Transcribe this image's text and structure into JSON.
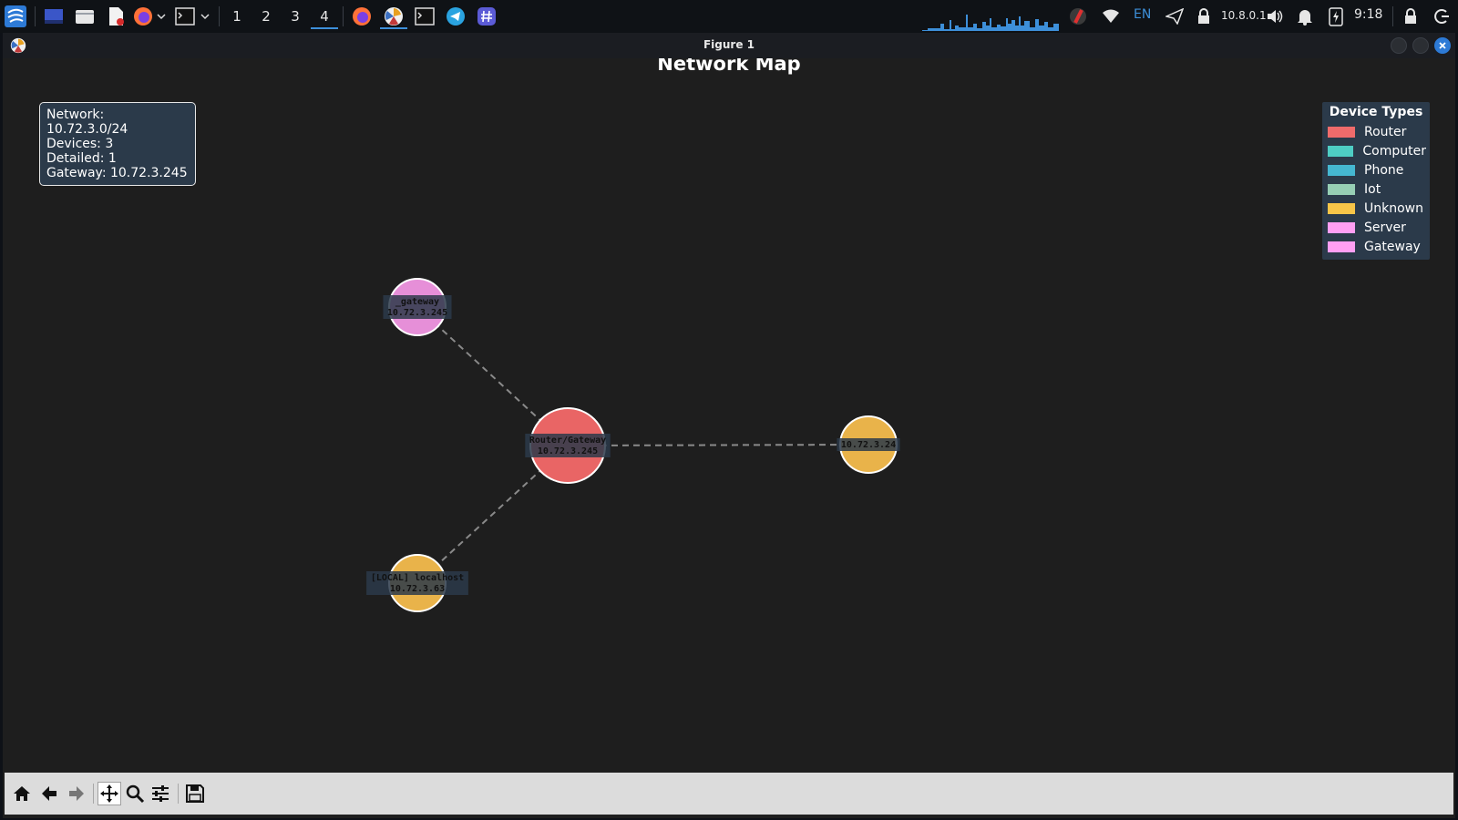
{
  "taskbar": {
    "workspaces": [
      "1",
      "2",
      "3",
      "4"
    ],
    "active_workspace": "4",
    "keyboard_layout": "EN",
    "vpn_ip": "10.8.0.1",
    "clock": "9:18"
  },
  "window": {
    "title": "Figure 1"
  },
  "chart_data": {
    "type": "network-graph",
    "title": "Network Map",
    "info_box": [
      "Network: 10.72.3.0/24",
      "Devices: 3",
      "Detailed: 1",
      "Gateway: 10.72.3.245"
    ],
    "legend": {
      "title": "Device Types",
      "placement": "top-right",
      "items": [
        {
          "label": "Router",
          "color": "#ef6b6b"
        },
        {
          "label": "Computer",
          "color": "#4ecdc4"
        },
        {
          "label": "Phone",
          "color": "#45b7d1"
        },
        {
          "label": "Iot",
          "color": "#96ceb4"
        },
        {
          "label": "Unknown",
          "color": "#f7c548"
        },
        {
          "label": "Server",
          "color": "#ff9ff3"
        },
        {
          "label": "Gateway",
          "color": "#ff9ff3"
        }
      ]
    },
    "nodes": [
      {
        "id": "router",
        "line1": "Router/Gateway",
        "line2": "10.72.3.245",
        "type": "Router",
        "color": "#e96565"
      },
      {
        "id": "gateway",
        "line1": "_gateway",
        "line2": "10.72.3.245",
        "type": "Gateway",
        "color": "#e68fd8"
      },
      {
        "id": "host24",
        "line1": "10.72.3.24",
        "line2": "",
        "type": "Unknown",
        "color": "#e9b34a"
      },
      {
        "id": "localhost",
        "line1": "[LOCAL] localhost",
        "line2": "10.72.3.63",
        "type": "Unknown",
        "color": "#e9b34a"
      }
    ],
    "edges": [
      {
        "from": "router",
        "to": "gateway"
      },
      {
        "from": "router",
        "to": "host24"
      },
      {
        "from": "router",
        "to": "localhost"
      }
    ]
  },
  "toolbar": {
    "tools": [
      "home-icon",
      "back-icon",
      "forward-icon",
      "pan-icon",
      "zoom-icon",
      "configure-icon",
      "save-icon"
    ],
    "active_tool": "pan-icon"
  }
}
